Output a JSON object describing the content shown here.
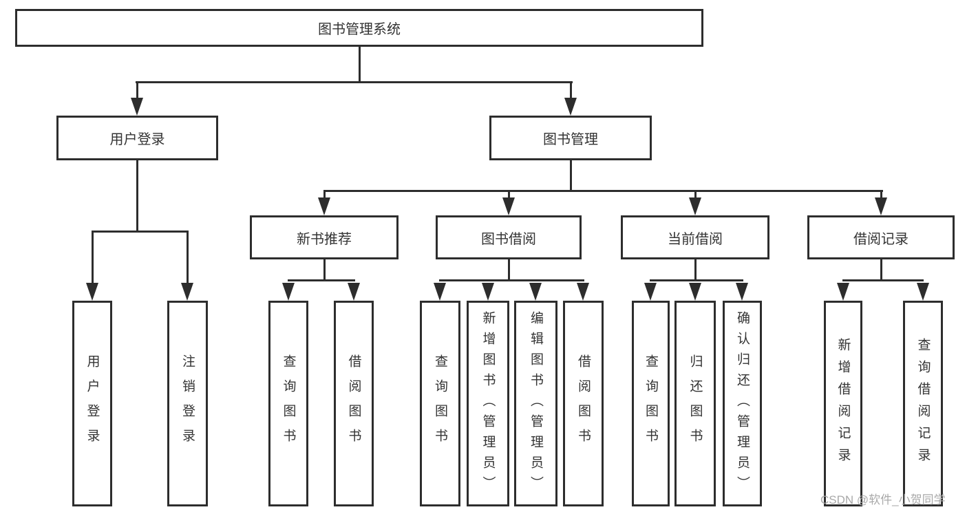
{
  "diagram": {
    "root": {
      "label": "图书管理系统"
    },
    "level1": [
      {
        "label": "用户登录"
      },
      {
        "label": "图书管理"
      }
    ],
    "level2": [
      {
        "label": "新书推荐",
        "parent": "图书管理"
      },
      {
        "label": "图书借阅",
        "parent": "图书管理"
      },
      {
        "label": "当前借阅",
        "parent": "图书管理"
      },
      {
        "label": "借阅记录",
        "parent": "图书管理"
      }
    ],
    "leaves": [
      {
        "label": "用户登录",
        "parent": "用户登录"
      },
      {
        "label": "注销登录",
        "parent": "用户登录"
      },
      {
        "label": "查询图书",
        "parent": "新书推荐"
      },
      {
        "label": "借阅图书",
        "parent": "新书推荐"
      },
      {
        "label": "查询图书",
        "parent": "图书借阅"
      },
      {
        "label": "新增图书（管理员）",
        "parent": "图书借阅"
      },
      {
        "label": "编辑图书（管理员）",
        "parent": "图书借阅"
      },
      {
        "label": "借阅图书",
        "parent": "图书借阅"
      },
      {
        "label": "查询图书",
        "parent": "当前借阅"
      },
      {
        "label": "归还图书",
        "parent": "当前借阅"
      },
      {
        "label": "确认归还（管理员）",
        "parent": "当前借阅"
      },
      {
        "label": "新增借阅记录",
        "parent": "借阅记录"
      },
      {
        "label": "查询借阅记录",
        "parent": "借阅记录"
      }
    ]
  },
  "watermark": {
    "text": "CSDN @软件_小贺同学"
  },
  "colors": {
    "line": "#2d2d2d",
    "text": "#333333",
    "watermark": "#a9a9a9",
    "background": "#ffffff"
  }
}
